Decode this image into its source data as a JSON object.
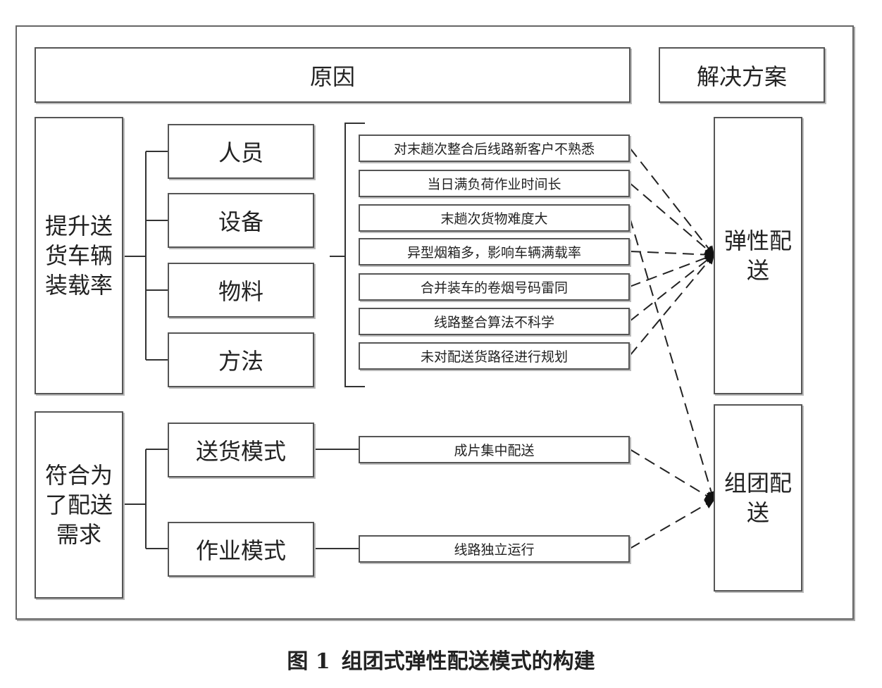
{
  "header": {
    "causes": "原因",
    "solutions": "解决方案"
  },
  "goals": [
    "提升送货车辆装载率",
    "符合为了配送需求"
  ],
  "categories": [
    "人员",
    "设备",
    "物料",
    "方法"
  ],
  "modes": [
    "送货模式",
    "作业模式"
  ],
  "causes": [
    "对末趟次整合后线路新客户不熟悉",
    "当日满负荷作业时间长",
    "末趟次货物难度大",
    "异型烟箱多，影响车辆满载率",
    "合并装车的卷烟号码雷同",
    "线路整合算法不科学",
    "未对配送货路径进行规划"
  ],
  "mode_causes": [
    "成片集中配送",
    "线路独立运行"
  ],
  "solutions": [
    "弹性配送",
    "组团配送"
  ],
  "caption": {
    "label": "图 1",
    "title": "组团式弹性配送模式的构建"
  }
}
